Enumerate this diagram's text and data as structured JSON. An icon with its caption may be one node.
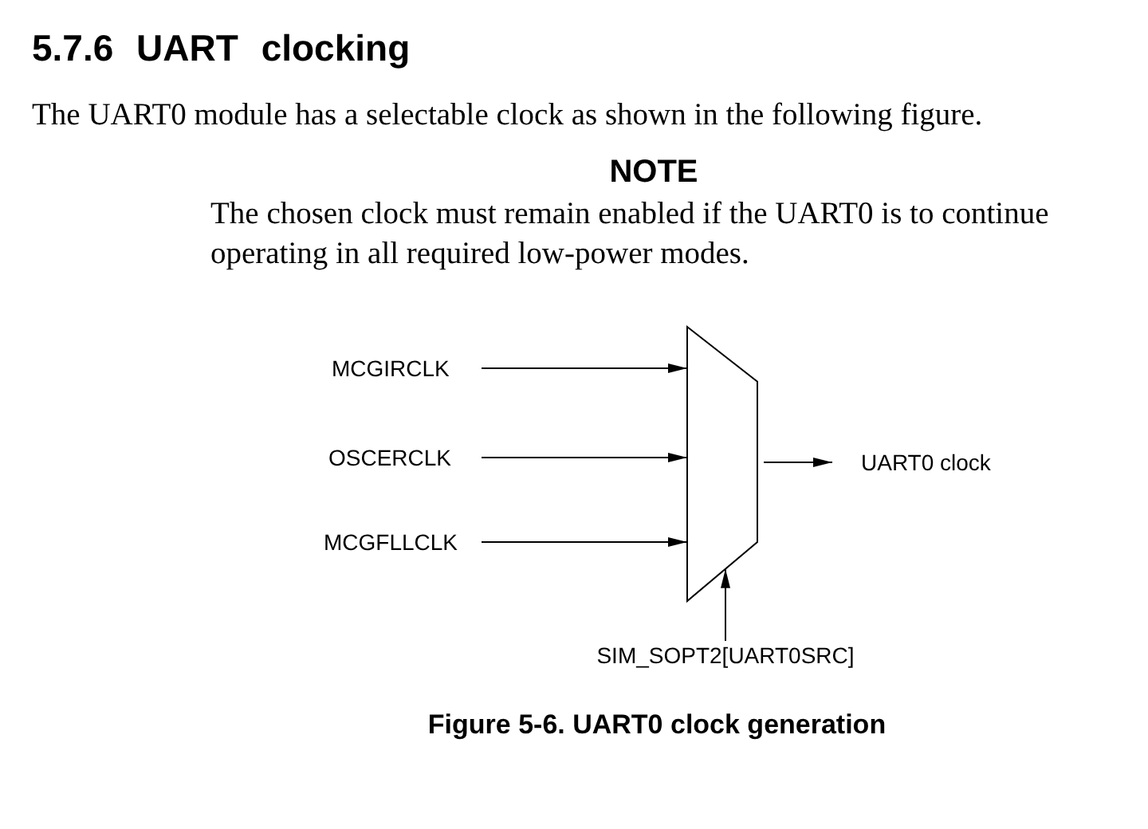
{
  "diagram": {
    "title": "5.7.6 UART clocking",
    "caption": "Figure 5-6. UART0 clock generation",
    "nodes": [
      {
        "text": [
          "MCGIRCLK"
        ]
      },
      {
        "text": [
          "OSCERCLK"
        ]
      },
      {
        "text": [
          "MCGFLLCLK"
        ]
      },
      {
        "text": [],
        "shape": "trapezoid"
      },
      {
        "text": [
          "UART0 clock"
        ]
      },
      {
        "text": [
          "SIM_SOPT2[UART0SRC]"
        ]
      }
    ],
    "edges": [
      {
        "from": 0,
        "to": 3,
        "arrow": "to"
      },
      {
        "from": 1,
        "to": 3,
        "arrow": "to"
      },
      {
        "from": 2,
        "to": 3,
        "arrow": "to"
      },
      {
        "from": 3,
        "to": 4,
        "arrow": "to"
      },
      {
        "from": 5,
        "to": 3,
        "arrow": "to"
      }
    ],
    "labels": [
      "The UART0 module has a selectable clock as shown in the following figure.",
      "NOTE",
      "The chosen clock must remain enabled if the UART0 is to continue operating in all required low-power modes."
    ]
  }
}
